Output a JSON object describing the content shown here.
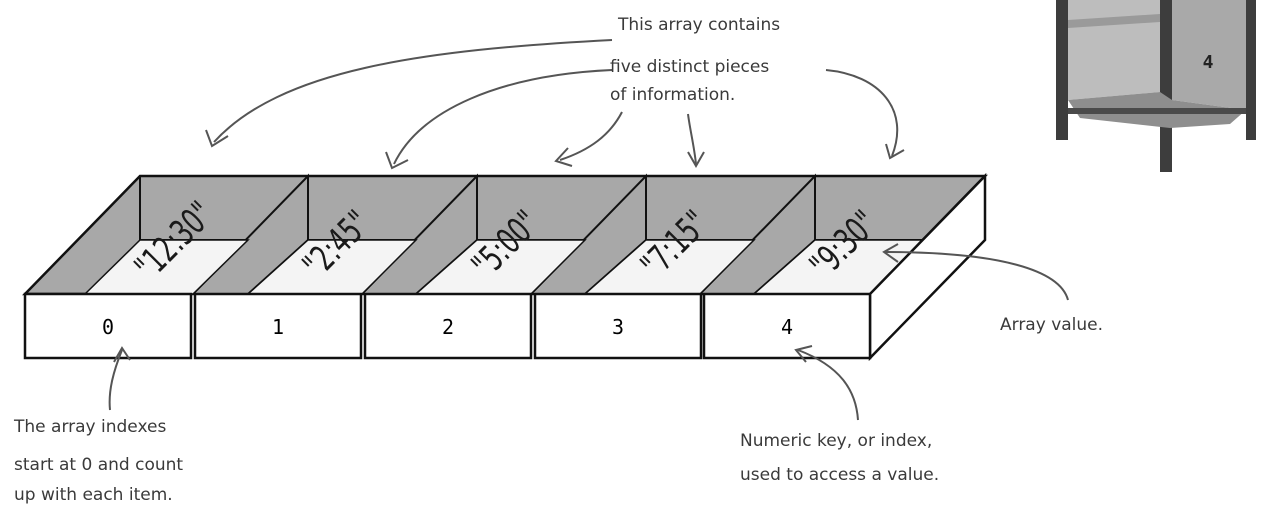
{
  "array": {
    "values": [
      "\"12:30\"",
      "\"2:45\"",
      "\"5:00\"",
      "\"7:15\"",
      "\"9:30\""
    ],
    "indexes": [
      "0",
      "1",
      "2",
      "3",
      "4"
    ]
  },
  "annotations": {
    "contains": [
      "This array contains",
      "five distinct pieces",
      "of information."
    ],
    "value": "Array value.",
    "indexes_start": [
      "The array indexes",
      "start at 0 and count",
      "up with each item."
    ],
    "key": [
      "Numeric key, or index,",
      "used to access a value."
    ]
  },
  "drawer_label": "4"
}
